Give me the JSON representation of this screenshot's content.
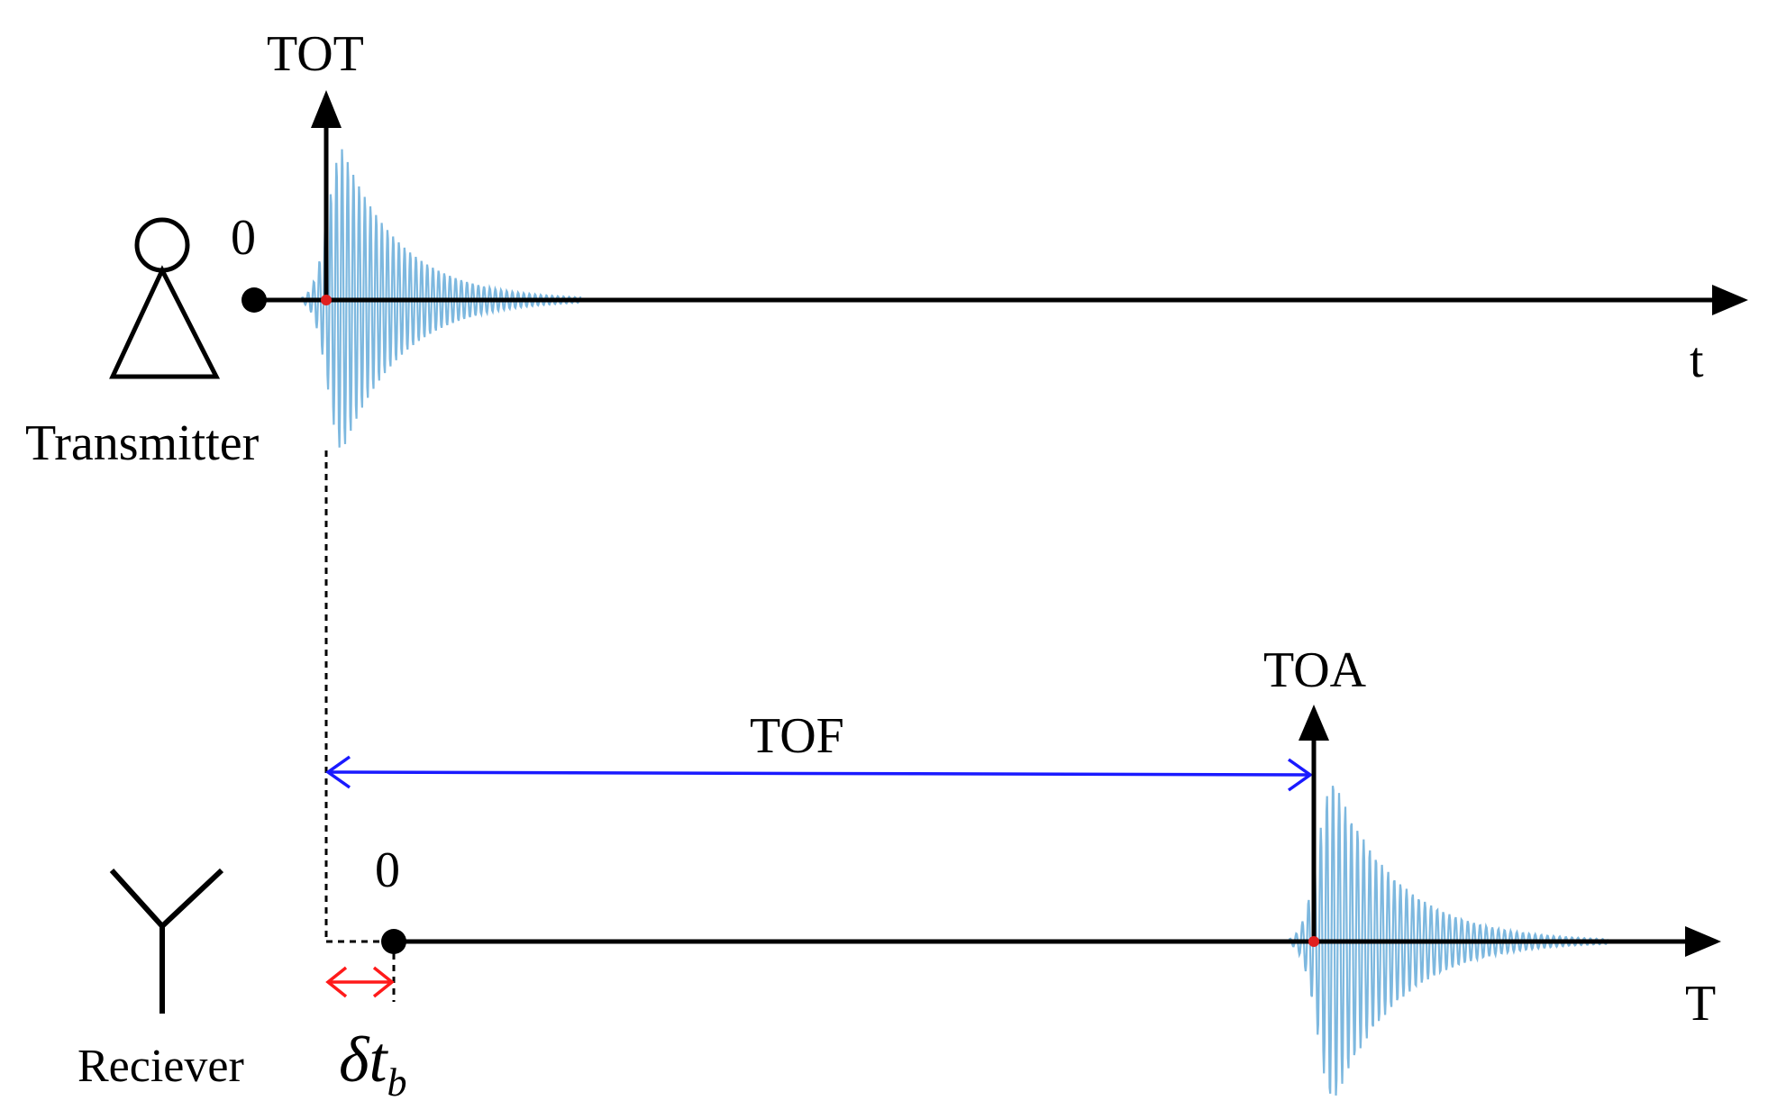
{
  "transmitter": {
    "label": "Transmitter",
    "axis_label": "t",
    "origin_label": "0",
    "marker_label": "TOT"
  },
  "receiver": {
    "label": "Reciever",
    "axis_label": "T",
    "origin_label": "0",
    "marker_label": "TOA"
  },
  "tof": {
    "label": "TOF"
  },
  "offset": {
    "label": "δt",
    "subscript": "b"
  },
  "colors": {
    "axis": "#000000",
    "signal": "#7db8df",
    "event_marker": "#e02020",
    "tof_arrow": "#1a1aff",
    "offset_arrow": "#ff1a1a"
  }
}
